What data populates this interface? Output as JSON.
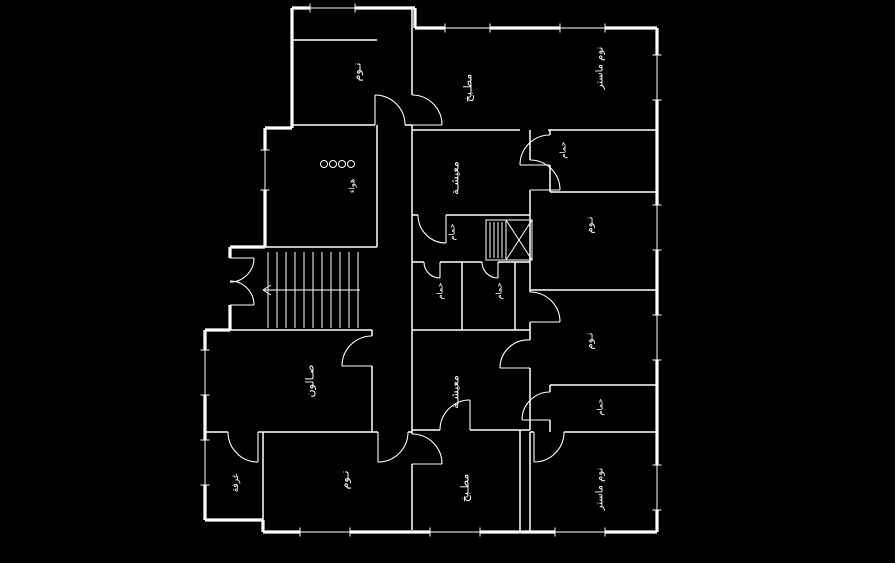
{
  "drawing": {
    "background": "#000000",
    "line_color": "#ffffff",
    "rooms": [
      {
        "id": "bedroom-top",
        "label": "نـوم"
      },
      {
        "id": "kitchen-top",
        "label": "مطـبخ"
      },
      {
        "id": "master-bedroom-top",
        "label": "نوم ماستر"
      },
      {
        "id": "bathroom-top-right",
        "label": "حمام"
      },
      {
        "id": "living-upper",
        "label": "معيشـة"
      },
      {
        "id": "bedroom-right-middle",
        "label": "نـوم"
      },
      {
        "id": "bathroom-center",
        "label": "حمام"
      },
      {
        "id": "toilet-left",
        "label": "حمام"
      },
      {
        "id": "toilet-right",
        "label": "حمام"
      },
      {
        "id": "light-well",
        "label": "هواء"
      },
      {
        "id": "salon",
        "label": "صـالون"
      },
      {
        "id": "living-lower",
        "label": "معيشـة"
      },
      {
        "id": "bedroom-right-lower",
        "label": "نـوم"
      },
      {
        "id": "bathroom-right-lower",
        "label": "حمام"
      },
      {
        "id": "room-bottom-left",
        "label": "غرفة"
      },
      {
        "id": "bedroom-bottom",
        "label": "نـوم"
      },
      {
        "id": "kitchen-bottom",
        "label": "مطـبخ"
      },
      {
        "id": "master-bedroom-bottom",
        "label": "نوم ماستر"
      }
    ]
  }
}
